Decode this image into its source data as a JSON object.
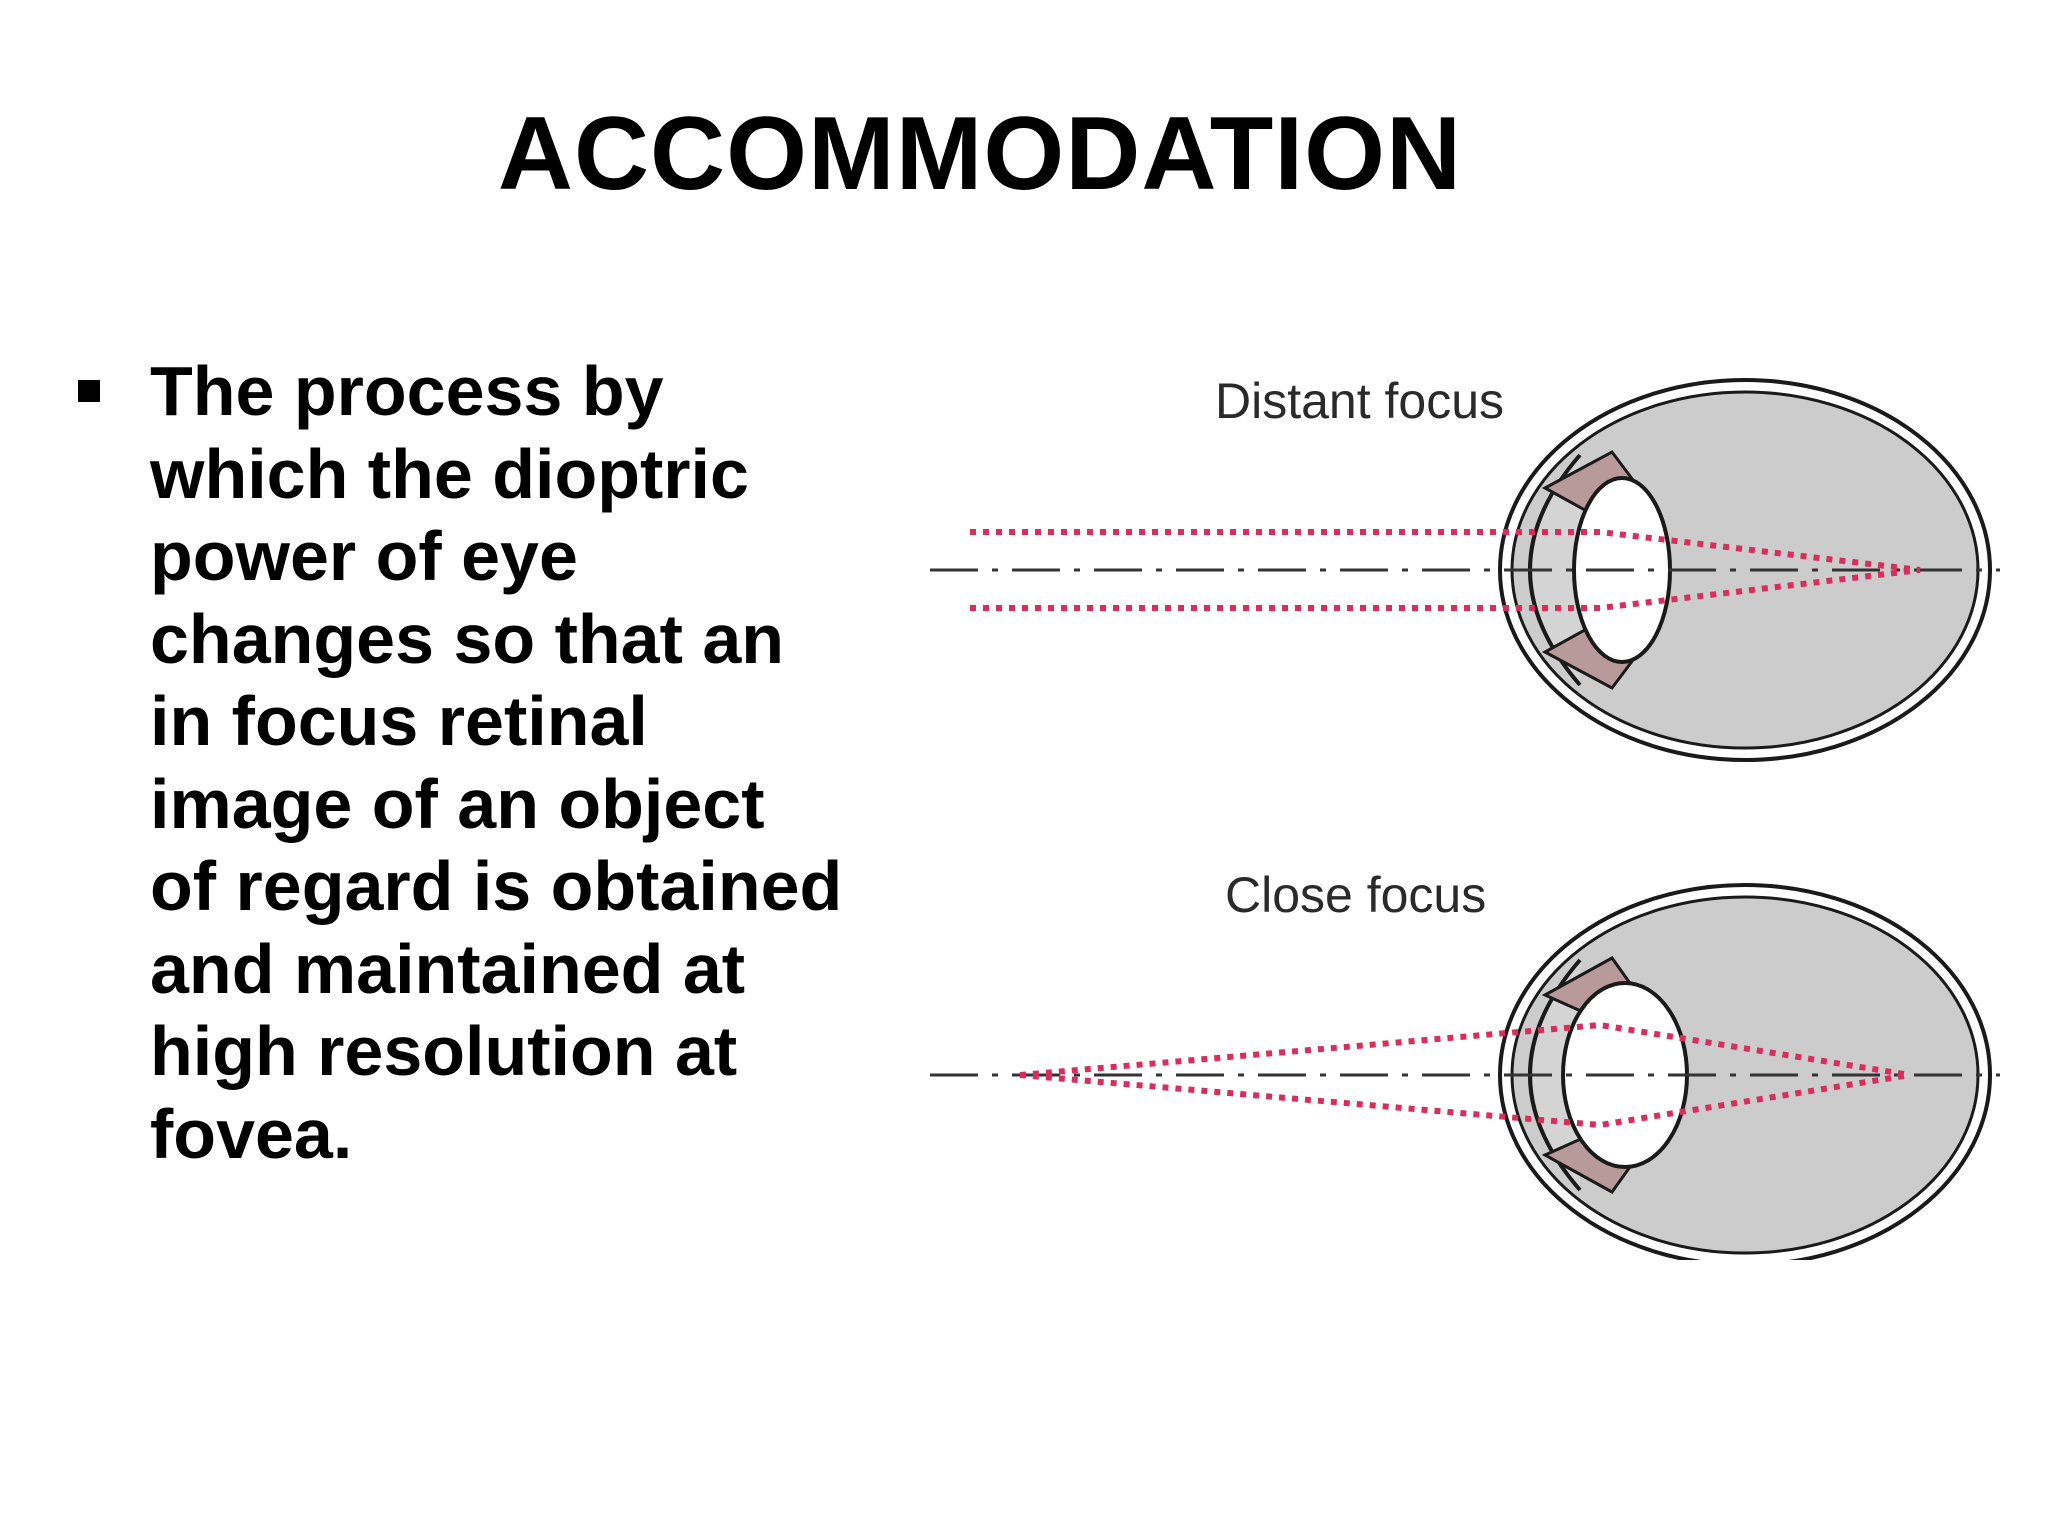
{
  "slide": {
    "title": "ACCOMMODATION",
    "bullet_text": "The process by\nwhich the dioptric\npower of eye\nchanges so that an\nin focus retinal\nimage of an object\nof regard is obtained\nand maintained at\nhigh resolution at\nfovea."
  },
  "diagram": {
    "distant_label": "Distant focus",
    "close_label": "Close focus",
    "colors": {
      "eyeball_fill": "#cccccc",
      "eye_outline": "#1a1a1a",
      "iris_ciliary": "#b89a9a",
      "light_ray": "#d92d5c",
      "axis_line": "#333333"
    }
  }
}
